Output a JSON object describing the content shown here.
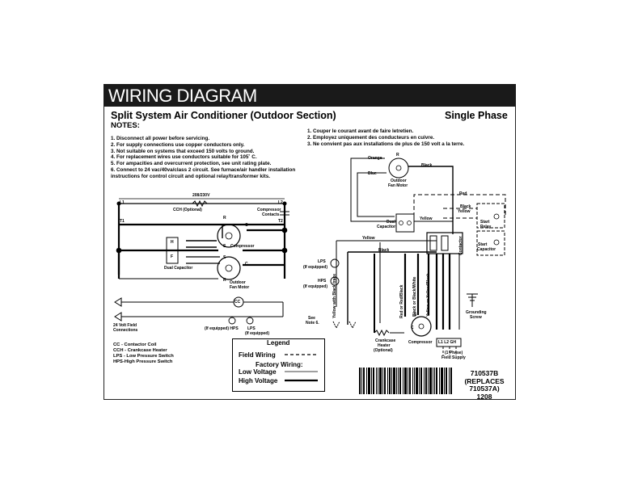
{
  "header": {
    "title": "WIRING DIAGRAM",
    "subtitle": "Split System Air Conditioner   (Outdoor Section)",
    "phase": "Single Phase"
  },
  "notes": {
    "heading": "NOTES:",
    "en": [
      "1.  Disconnect all power before servicing.",
      "2.  For supply connections use copper conductors only.",
      "3.  Not suitable on systems that exceed 150 volts to ground.",
      "4.  For replacement wires use conductors suitable for 105˚ C.",
      "5.  For ampacities and overcurrent protection, see unit rating plate.",
      "6.  Connect to 24 vac/40va/class 2 circuit.  See furnace/air handler installation",
      "      instructions for control circuit and optional relay/transformer kits."
    ],
    "fr": [
      "1.  Couper le courant avant de faire letretien.",
      "2.  Employez uniquement des conducteurs en cuivre.",
      "3.  Ne convient pas aux installations de plus de 150 volt a la terre."
    ]
  },
  "labels": {
    "l1": "L1",
    "l2": "L2",
    "t1": "T1",
    "t2": "T2",
    "voltage": "208/230V",
    "cch_optional": "CCH (Optional)",
    "compressor_contacts_1": "Compressor",
    "compressor_contacts_2": "Contacts",
    "r": "R",
    "s": "S",
    "c": "C",
    "h": "H",
    "f": "F",
    "compressor": "Compressor",
    "dual_capacitor": "Dual Capacitor",
    "outdoor_fan_motor_1": "Outdoor",
    "outdoor_fan_motor_2": "Fan Motor",
    "cc": "CC",
    "field_24v_1": "24 Volt Field",
    "field_24v_2": "Connections",
    "if_equipped_hps": "(If equipped) HPS",
    "lps": "LPS",
    "if_equipped": "(If equipped)",
    "orange": "Orange",
    "blue": "Blue",
    "black": "Black",
    "red": "Red",
    "yellow": "Yellow",
    "dual_cap_right_1": "Dual",
    "dual_cap_right_2": "Capacitor",
    "start_relay_1": "Start",
    "start_relay_2": "Relay",
    "start_capacitor_1": "Start",
    "start_capacitor_2": "Capacitor",
    "contactor": "Contactor",
    "lps_right": "LPS",
    "hps_right": "HPS",
    "yellow_black_trace": "Yellow with Black trace",
    "red_or_red_black": "Red or Red/Black",
    "black_or_black_white": "Black or Black/White",
    "yellow_or_yellow_black": "Yellow or Yellow/Black",
    "see_note_1": "See",
    "see_note_2": "Note 6.",
    "crankcase_1": "Crankcase",
    "crankcase_2": "Heater",
    "crankcase_3": "(Optional)",
    "grounding_1": "Grounding",
    "grounding_2": "Screw",
    "l1_l2_gnd": "L1  L2 GH",
    "one_phase_1": "(1 Phase)",
    "one_phase_2": "Field Supply"
  },
  "abbreviations": [
    "CC - Contactor Coil",
    "CCH - Crankcase Heater",
    "LPS - Low Pressure Switch",
    "HPS-High Pressure Switch"
  ],
  "legend": {
    "title": "Legend",
    "field_wiring": "Field Wiring",
    "factory_wiring": "Factory Wiring:",
    "low_voltage": "Low Voltage",
    "high_voltage": "High Voltage"
  },
  "part_number": {
    "line1": "710537B",
    "line2": "(REPLACES 710537A)",
    "line3": "1208"
  }
}
